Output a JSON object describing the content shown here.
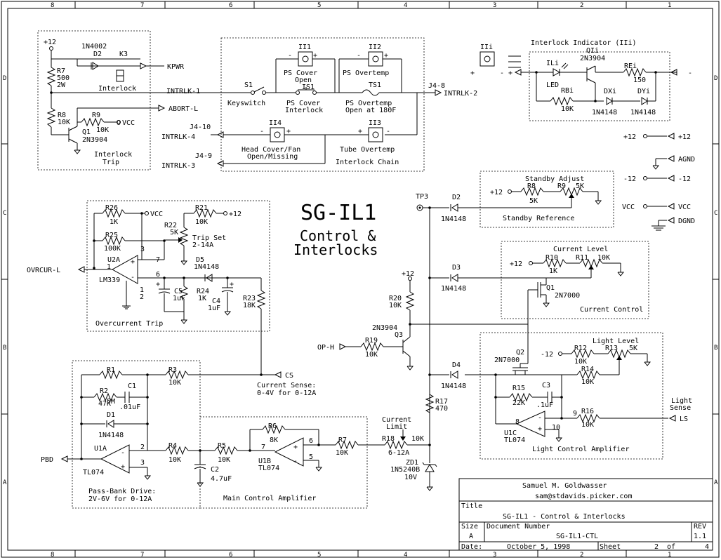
{
  "border": {
    "top": [
      "8",
      "7",
      "6",
      "5",
      "4",
      "3",
      "2",
      "1"
    ],
    "rows": [
      "D",
      "C",
      "B",
      "A"
    ]
  },
  "title": {
    "main": "SG-IL1",
    "sub1": "Control &",
    "sub2": "Interlocks"
  },
  "title_block": {
    "author": "Samuel M. Goldwasser",
    "email": "sam@stdavids.picker.com",
    "title_label": "Title",
    "title_value": "SG-IL1 - Control & Interlocks",
    "size_label": "Size",
    "size_value": "A",
    "docnum_label": "Document Number",
    "docnum_value": "SG-IL1-CTL",
    "rev_label": "REV",
    "rev_value": "1.1",
    "date_label": "Date:",
    "date_value": "October  5, 1998",
    "sheet_label": "Sheet",
    "sheet_value": "2",
    "of_label": "of",
    "of_value": "4"
  },
  "interlock_trip": {
    "p12": "+12",
    "d2_part": "1N4002",
    "d2": "D2",
    "k3": "K3",
    "kpwr": "KPWR",
    "r7": "R7",
    "r7v": "500",
    "r7w": "2W",
    "interlock": "Interlock",
    "intrlk1": "INTRLK-1",
    "abort": "ABORT-L",
    "r8": "R8",
    "r8v": "10K",
    "r9": "R9",
    "r9v": "10K",
    "ovcc": "VCC",
    "q1": "Q1",
    "q1part": "2N3904",
    "box1": "Interlock",
    "box2": "Trip"
  },
  "interlock_chain": {
    "s1": "S1",
    "keyswitch": "Keyswitch",
    "ii1": "II1",
    "ii1a": "PS Cover",
    "ii1b": "Open",
    "is1": "IS1",
    "is1a": "PS Cover",
    "is1b": "Interlock",
    "ii2": "II2",
    "ii2a": "PS Overtemp",
    "ts1": "TS1",
    "ts1a": "PS Overtemp",
    "ts1b": "Open at 180F",
    "j48": "J4-8",
    "intrlk2": "INTRLK-2",
    "j410": "J4-10",
    "intrlk4": "INTRLK-4",
    "ii4": "II4",
    "ii4a": "Head Cover/Fan",
    "ii4b": "Open/Missing",
    "ii3": "II3",
    "ii3a": "Tube Overtemp",
    "j49": "J4-9",
    "intrlk3": "INTRLK-3",
    "chain": "Interlock Chain"
  },
  "indicator": {
    "iii": "IIi",
    "title": "Interlock Indicator (IIi)",
    "ili": "ILi",
    "led": "LED",
    "qi": "QIi",
    "qipart": "2N3904",
    "rei": "REi",
    "reiv": "150",
    "rbi": "RBi",
    "rbiv": "10K",
    "dxi": "DXi",
    "dyi": "DYi",
    "dxipart": "1N4148",
    "dyipart": "1N4148"
  },
  "supplies": {
    "p12a": "+12",
    "p12b": "+12",
    "agnd": "AGND",
    "m12a": "-12",
    "m12b": "-12",
    "vcca": "VCC",
    "vccb": "VCC",
    "dgnd": "DGND"
  },
  "standby": {
    "title": "Standby Adjust",
    "p12": "+12",
    "r8": "R8",
    "r8v": "5K",
    "r9": "R9",
    "r9v": "5K",
    "ref": "Standby Reference",
    "tp3": "TP3",
    "d2": "D2",
    "d2part": "1N4148"
  },
  "overcurrent": {
    "r26": "R26",
    "r26v": "1K",
    "vcc": "VCC",
    "r21": "R21",
    "r21v": "10K",
    "p12": "+12",
    "r22": "R22",
    "r22v": "5K",
    "tripset1": "Trip Set",
    "tripset2": "2-14A",
    "r25": "R25",
    "r25v": "100K",
    "u2a": "U2A",
    "u2apart": "LM339",
    "pin3": "3",
    "pin7": "7",
    "pin6": "6",
    "pin1": "1",
    "pin12": "12",
    "d5": "D5",
    "d5part": "1N4148",
    "ovrcur": "OVRCUR-L",
    "c5": "C5",
    "c5v": "1uF",
    "r24": "R24",
    "r24v": "1K",
    "c4": "C4",
    "c4v": "1uF",
    "r23": "R23",
    "r23v": "18K",
    "box": "Overcurrent Trip"
  },
  "current_ctrl": {
    "title": "Current Level",
    "p12": "+12",
    "r10": "R10",
    "r10v": "1K",
    "r11": "R11",
    "r11v": "10K",
    "q1": "Q1",
    "q1part": "2N7000",
    "box": "Current Control",
    "d3": "D3",
    "d3part": "1N4148",
    "p12b": "+12",
    "r20": "R20",
    "r20v": "10K",
    "q3part": "2N3904",
    "q3": "Q3",
    "oph": "OP-H",
    "r19": "R19",
    "r19v": "10K"
  },
  "light": {
    "title": "Light Level",
    "m12": "-12",
    "r12": "R12",
    "r12v": "10K",
    "r13": "R13",
    "r13v": "5K",
    "q2": "Q2",
    "q2part": "2N7000",
    "r14": "R14",
    "r14v": "10K",
    "d4": "D4",
    "d4part": "1N4148",
    "r15": "R15",
    "r15v": "22K",
    "c3": "C3",
    "c3v": ".1uF",
    "pin8": "8",
    "pin9": "9",
    "pin10": "10",
    "r16": "R16",
    "r16v": "10K",
    "u1c": "U1C",
    "u1cpart": "TL074",
    "ls": "LS",
    "sense1": "Light",
    "sense2": "Sense",
    "box": "Light Control Amplifier"
  },
  "main_amp": {
    "r1": "R1",
    "r1v": "5M",
    "r3": "R3",
    "r3v": "10K",
    "cs": "CS",
    "cs1": "Current Sense:",
    "cs2": "0-4V for 0-12A",
    "r2": "R2",
    "r2v": "47K",
    "c1": "C1",
    "c1v": ".01uF",
    "d1": "D1",
    "d1part": "1N4148",
    "u1a": "U1A",
    "u1apart": "TL074",
    "pin2": "2",
    "pin3": "3",
    "pin6": "6",
    "pin7": "7",
    "pin5": "5",
    "pbd": "PBD",
    "r4": "R4",
    "r4v": "10K",
    "r5": "R5",
    "r5v": "10K",
    "c2": "C2",
    "c2v": "4.7uF",
    "r6": "R6",
    "r6v": "8K",
    "u1b": "U1B",
    "u1bpart": "TL074",
    "r7": "R7",
    "r7v": "10K",
    "pb1": "Pass-Bank Drive:",
    "pb2": "2V-6V for 0-12A",
    "box": "Main Control Amplifier"
  },
  "limit": {
    "title1": "Current",
    "title2": "Limit",
    "r18": "R18",
    "r18v": "10K",
    "range": "6-12A",
    "r17": "R17",
    "r17v": "470",
    "zd1": "ZD1",
    "zd1part": "1N5240B",
    "zd1v": "10V"
  }
}
